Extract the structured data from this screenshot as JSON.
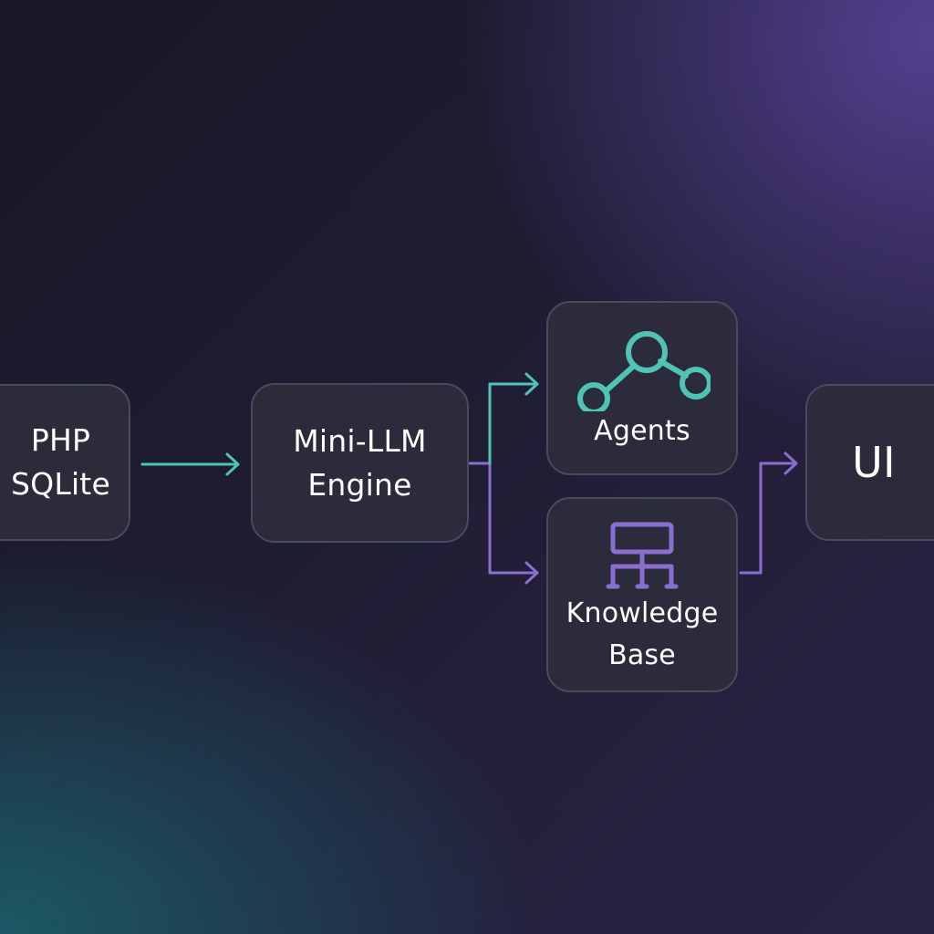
{
  "nodes": {
    "php": {
      "line1": "PHP",
      "line2": "SQLite"
    },
    "engine": {
      "line1": "Mini-LLM",
      "line2": "Engine"
    },
    "agents": {
      "label": "Agents",
      "icon": "graph-nodes-icon"
    },
    "knowledge_base": {
      "line1": "Knowledge",
      "line2": "Base",
      "icon": "hierarchy-icon"
    },
    "ui": {
      "label": "UI"
    }
  },
  "colors": {
    "teal": "#4fc4b4",
    "purple": "#8a6fd0",
    "node_fill": "#2e2d3c",
    "node_border": "#4a4a5e",
    "text": "#ffffff"
  }
}
